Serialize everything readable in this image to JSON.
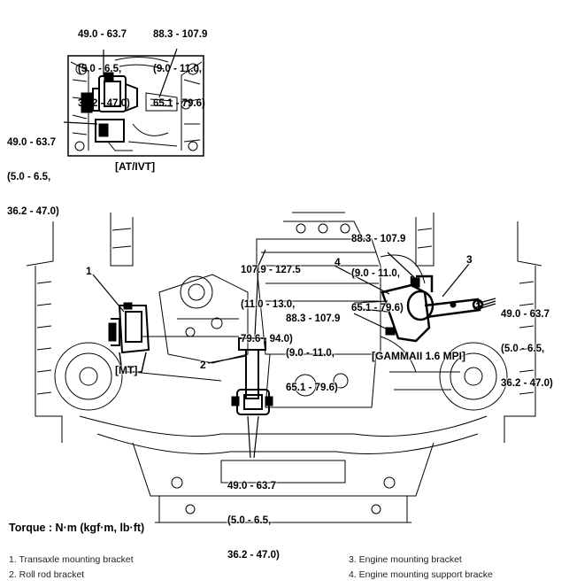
{
  "top_view": {
    "torque_left_top": [
      "49.0 - 63.7",
      "(5.0 - 6.5,",
      "36.2 - 47.0)"
    ],
    "torque_right_top": [
      "88.3 - 107.9",
      "(9.0 - 11.0,",
      "65.1 - 79.6)"
    ],
    "torque_left_mid": [
      "49.0 - 63.7",
      "(5.0 - 6.5,",
      "36.2 - 47.0)"
    ],
    "caption": "[AT/IVT]"
  },
  "main_view": {
    "torque_top_right": [
      "88.3 - 107.9",
      "(9.0 - 11.0,",
      "65.1 - 79.6)"
    ],
    "torque_center_upper": [
      "107.9 - 127.5",
      "(11.0 - 13.0,",
      "79.6 - 94.0)"
    ],
    "torque_center": [
      "88.3 - 107.9",
      "(9.0 - 11.0,",
      "65.1 - 79.6)"
    ],
    "torque_right": [
      "49.0 - 63.7",
      "(5.0 - 6.5,",
      "36.2 - 47.0)"
    ],
    "torque_bottom": [
      "49.0 - 63.7",
      "(5.0 - 6.5,",
      "36.2 - 47.0)"
    ],
    "label_mt": "[MT]",
    "label_gamma": "[GAMMAII 1.6 MPI]",
    "callouts": [
      "1",
      "2",
      "3",
      "4"
    ]
  },
  "legend": {
    "title": "Torque : N·m (kgf·m, lb·ft)",
    "items": [
      "1. Transaxle mounting bracket",
      "2. Roll rod bracket",
      "3. Engine mounting bracket",
      "4. Engine mounting support bracke"
    ]
  }
}
